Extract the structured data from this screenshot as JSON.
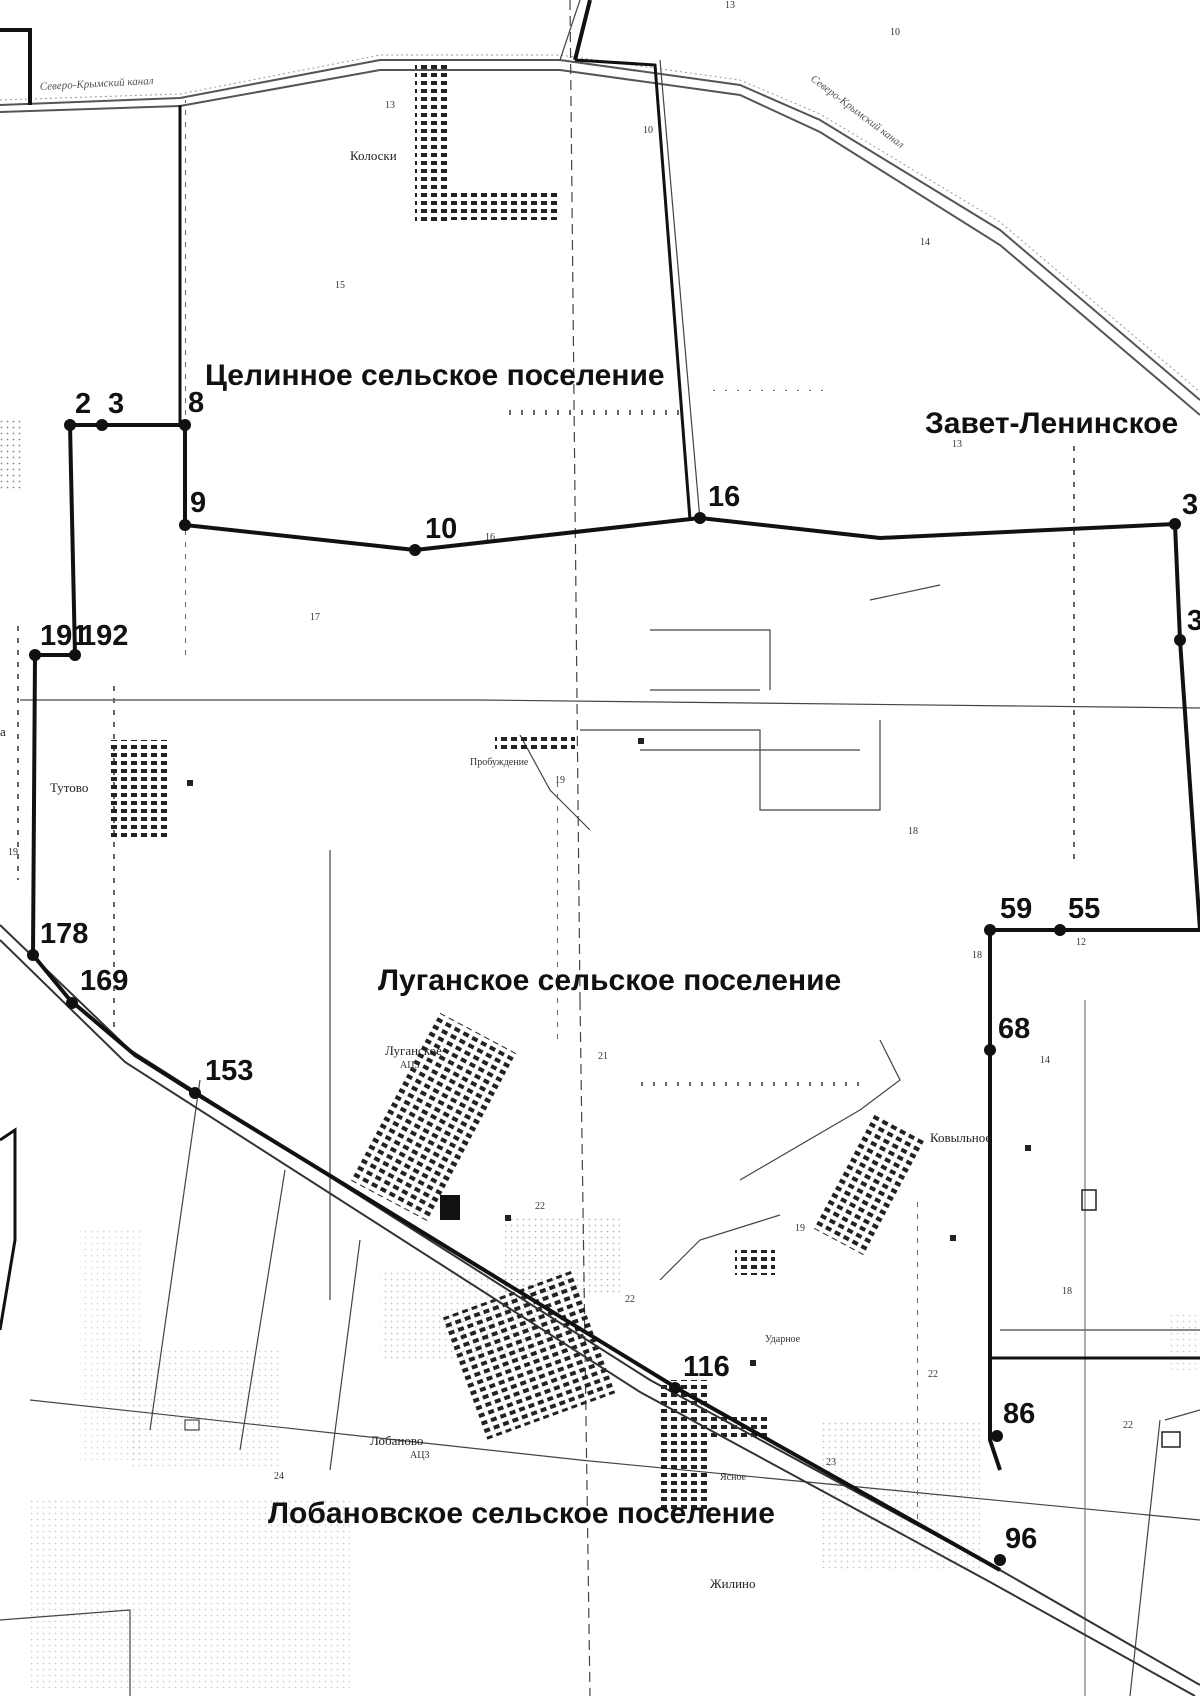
{
  "settlements": {
    "tselinnoe": "Целинное сельское поселение",
    "zavet_leninskoe": "Завет-Ленинское",
    "luganskoe": "Луганское сельское поселение",
    "lobanovskoe": "Лобановское сельское поселение"
  },
  "villages": {
    "koloski": "Колоски",
    "tutovo": "Тутово",
    "probuzhdenie": "Пробуждение",
    "luganskoe": "Луганское",
    "kovylnoe": "Ковыльное",
    "udarnoe": "Ударное",
    "lobanovo": "Лобаново",
    "yasnoe": "Ясное",
    "zhilino": "Жилино"
  },
  "canals": {
    "severo_krymsky_left": "Северо-Крымский канал",
    "severo_krymsky_right": "Северо-Крымский канал"
  },
  "boundary_points": [
    {
      "label": "2"
    },
    {
      "label": "3"
    },
    {
      "label": "8"
    },
    {
      "label": "9"
    },
    {
      "label": "10"
    },
    {
      "label": "16"
    },
    {
      "label": "3"
    },
    {
      "label": "3"
    },
    {
      "label": "191"
    },
    {
      "label": "192"
    },
    {
      "label": "178"
    },
    {
      "label": "169"
    },
    {
      "label": "153"
    },
    {
      "label": "59"
    },
    {
      "label": "55"
    },
    {
      "label": "68"
    },
    {
      "label": "116"
    },
    {
      "label": "86"
    },
    {
      "label": "96"
    }
  ],
  "edge_texts": {
    "left_a": "а",
    "luganskoe_atsz": "АЦЗ",
    "lobanovo_atsz": "АЦЗ"
  },
  "parcel_numbers": [
    "13",
    "10",
    "13",
    "10",
    "14",
    "15",
    "13",
    "16",
    "17",
    "19",
    "18",
    "19",
    "18",
    "12",
    "14",
    "21",
    "22",
    "19",
    "18",
    "22",
    "22",
    "23",
    "22",
    "24"
  ]
}
